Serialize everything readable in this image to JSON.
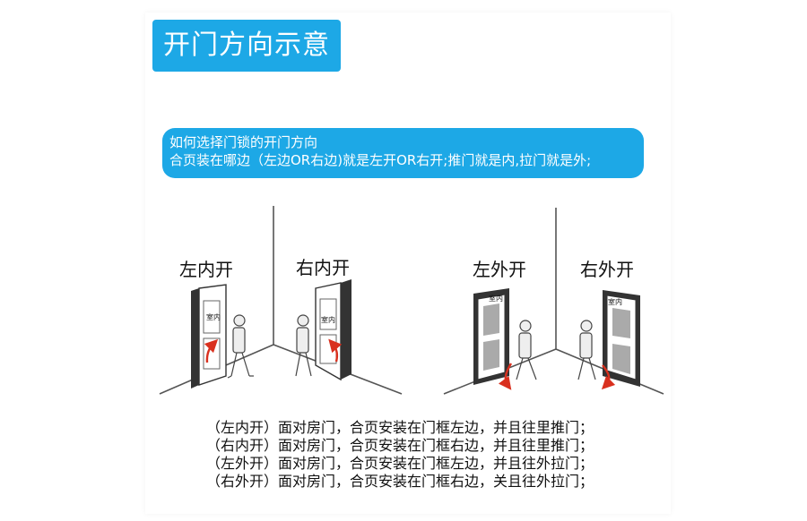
{
  "title": "开门方向示意图",
  "info": {
    "line1": "如何选择门锁的开门方向",
    "line2": "合页装在哪边（左边OR右边)就是左开OR右开;推门就是内,拉门就是外;"
  },
  "doors": [
    {
      "label": "左内开",
      "room_label": "室内"
    },
    {
      "label": "右内开",
      "room_label": "室内"
    },
    {
      "label": "左外开",
      "room_label": "室内"
    },
    {
      "label": "右外开",
      "room_label": "室内"
    }
  ],
  "descriptions": [
    "（左内开）面对房门，合页安装在门框左边，并且往里推门；",
    "（右内开）面对房门，合页安装在门框右边，并且往里推门；",
    "（左外开）面对房门，合页安装在门框左边，并且往外拉门；",
    "（右外开）面对房门，合页安装在门框右边，关且往外拉门；"
  ],
  "colors": {
    "accent": "#1da8e6",
    "arrow": "#d9301e"
  }
}
